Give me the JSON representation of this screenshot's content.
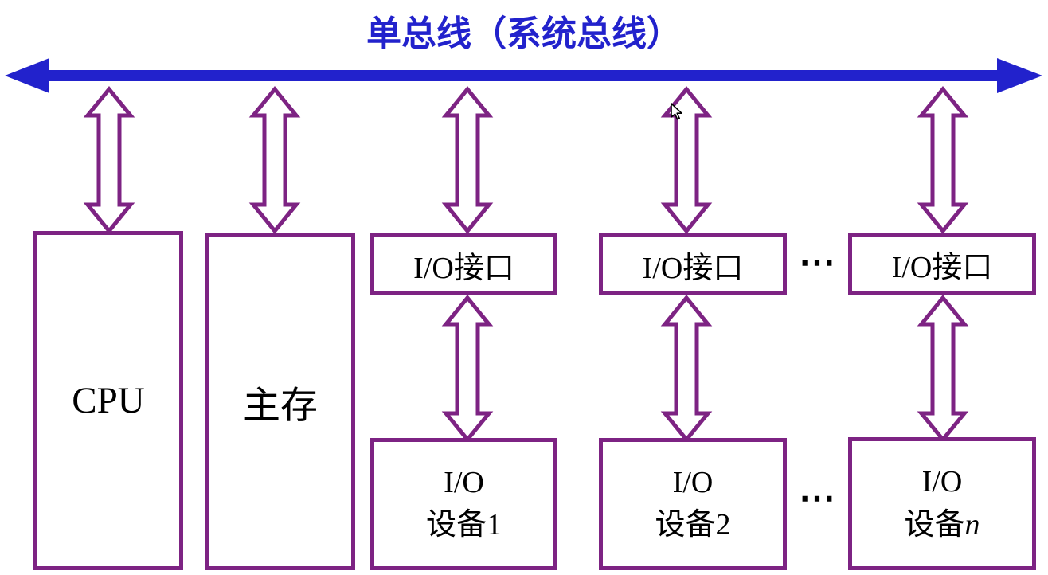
{
  "title": "单总线（系统总线）",
  "ellipsis": "⋯",
  "colors": {
    "bus": "#2222cc",
    "title": "#2222cc",
    "outline": "#7d2383",
    "text": "#000000"
  },
  "boxes": {
    "cpu": "CPU",
    "memory": "主存",
    "interfaces": [
      {
        "label": "I/O接口"
      },
      {
        "label": "I/O接口"
      },
      {
        "label": "I/O接口"
      }
    ],
    "devices": [
      {
        "line1": "I/O",
        "line2": "设备1"
      },
      {
        "line1": "I/O",
        "line2": "设备2"
      },
      {
        "line1": "I/O",
        "line2": "设备",
        "line2_var": "n"
      }
    ]
  }
}
